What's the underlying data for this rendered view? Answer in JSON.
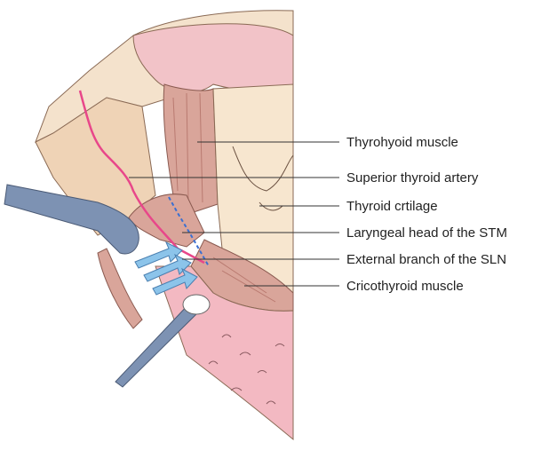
{
  "labels": {
    "thyrohyoid": "Thyrohyoid muscle",
    "sup_thyroid_artery": "Superior thyroid artery",
    "thyroid_cartilage": "Thyroid crtilage",
    "laryngeal_head_stm": "Laryngeal head of the STM",
    "external_branch_sln": "External branch of the SLN",
    "cricothyroid": "Cricothyroid muscle"
  },
  "colors": {
    "skin": "#f4e2cc",
    "skin_dark": "#e8c9a8",
    "muscle": "#d9a59a",
    "muscle_dark": "#b97a70",
    "cartilage": "#f7e6cf",
    "trachea_pink": "#f3b9c2",
    "artery": "#e8478a",
    "nerve_dash": "#3a6fd1",
    "retractor": "#7d92b3",
    "arrows": "#8cc4ea",
    "leader": "#333333"
  }
}
